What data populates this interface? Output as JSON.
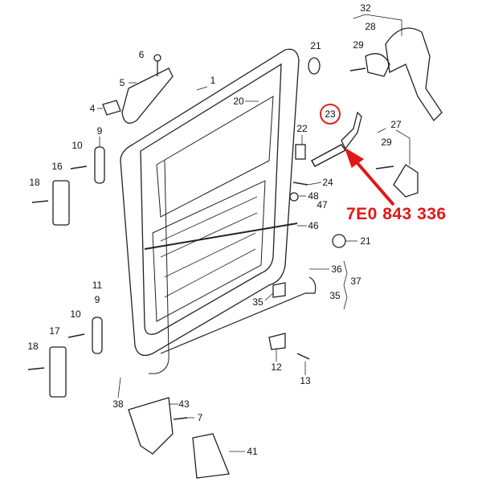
{
  "diagram": {
    "highlight_color": "#e01818",
    "part_number": "7E0 843 336",
    "highlighted_label": "23",
    "labels": {
      "l32": "32",
      "l28": "28",
      "l29a": "29",
      "l21a": "21",
      "l6": "6",
      "l5": "5",
      "l1": "1",
      "l4": "4",
      "l20": "20",
      "l23": "23",
      "l22": "22",
      "l9a": "9",
      "l10a": "10",
      "l27": "27",
      "l29b": "29",
      "l16": "16",
      "l24": "24",
      "l18a": "18",
      "l48": "48",
      "l47": "47",
      "l46": "46",
      "l21b": "21",
      "l11": "11",
      "l36": "36",
      "l37": "37",
      "l35a": "35",
      "l35b": "35",
      "l9b": "9",
      "l10b": "10",
      "l17": "17",
      "l18b": "18",
      "l12": "12",
      "l13": "13",
      "l38": "38",
      "l43": "43",
      "l7": "7",
      "l41": "41"
    }
  }
}
